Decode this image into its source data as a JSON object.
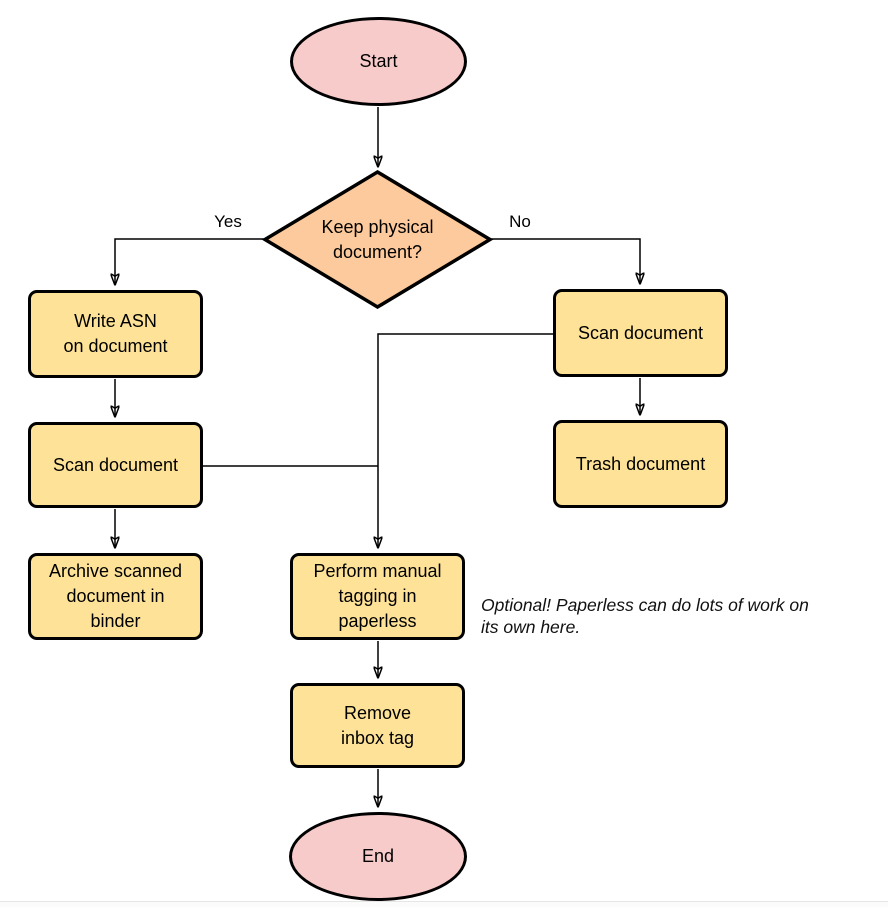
{
  "diagram_type": "flowchart",
  "nodes": {
    "start": {
      "shape": "ellipse",
      "label": "Start"
    },
    "keep_physical": {
      "shape": "diamond",
      "label": "Keep physical\ndocument?"
    },
    "write_asn": {
      "shape": "process",
      "label": "Write ASN\non document"
    },
    "scan_document_left": {
      "shape": "process",
      "label": "Scan document"
    },
    "archive_scanned": {
      "shape": "process",
      "label": "Archive scanned\ndocument in\nbinder"
    },
    "scan_document_right": {
      "shape": "process",
      "label": "Scan document"
    },
    "trash_document": {
      "shape": "process",
      "label": "Trash document"
    },
    "manual_tagging": {
      "shape": "process",
      "label": "Perform manual\ntagging in\npaperless"
    },
    "remove_inbox_tag": {
      "shape": "process",
      "label": "Remove\ninbox tag"
    },
    "end": {
      "shape": "ellipse",
      "label": "End"
    }
  },
  "edge_labels": {
    "yes": "Yes",
    "no": "No"
  },
  "note": "Optional! Paperless can do lots of work on\nits own here.",
  "colors": {
    "terminal_fill": "#F8CBCB",
    "decision_fill": "#FCCA9C",
    "process_fill": "#FDE297",
    "stroke": "#000000"
  }
}
